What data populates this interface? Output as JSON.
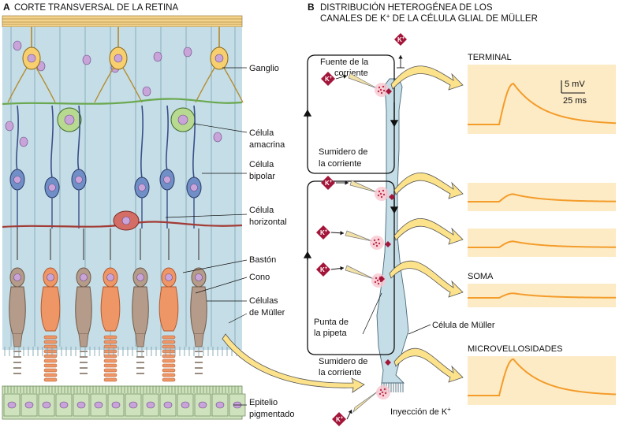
{
  "panel_a": {
    "letter": "A",
    "title": "CORTE TRANSVERSAL DE LA RETINA",
    "labels": {
      "ganglio": "Ganglio",
      "amacrina_1": "Célula",
      "amacrina_2": "amacrina",
      "bipolar_1": "Célula",
      "bipolar_2": "bipolar",
      "horizontal_1": "Célula",
      "horizontal_2": "horizontal",
      "baston": "Bastón",
      "cono": "Cono",
      "muller_1": "Células",
      "muller_2": "de Müller",
      "epitelio_1": "Epitelio",
      "epitelio_2": "pigmentado"
    }
  },
  "panel_b": {
    "letter": "B",
    "title_1": "DISTRIBUCIÓN HETEROGÉNEA DE LOS",
    "title_2_pre": "CANALES DE K",
    "title_2_sup": "+",
    "title_2_post": " DE LA CÉLULA GLIAL DE MÜLLER",
    "labels": {
      "fuente_1": "Fuente de la",
      "fuente_2": "corriente",
      "sumidero_top_1": "Sumidero de",
      "sumidero_top_2": "la corriente",
      "punta_1": "Punta de",
      "punta_2": "la pipeta",
      "celula_muller": "Célula de Müller",
      "sumidero_bot_1": "Sumidero de",
      "sumidero_bot_2": "la corriente",
      "inyeccion": "Inyección de K",
      "inyeccion_sup": "+",
      "ion_label": "K",
      "ion_sup": "+"
    },
    "recordings": [
      {
        "label": "TERMINAL",
        "peak_mv": 13.5
      },
      {
        "label": "",
        "peak_mv": 2.5
      },
      {
        "label": "",
        "peak_mv": 2.0
      },
      {
        "label": "SOMA",
        "peak_mv": 1.5
      },
      {
        "label": "MICROVELLOSIDADES",
        "peak_mv": 12.0
      }
    ],
    "scale_bar": {
      "voltage": "5 mV",
      "time": "25 ms"
    }
  },
  "colors": {
    "muller_fill": "#c4dde6",
    "recording_bg": "#fdebc6",
    "trace": "#f39c2a",
    "ion_diamond": "#a3163a",
    "arrow_fill": "#fce28a",
    "cone": "#ef9667",
    "rod": "#b59b8a",
    "bipolar": "#6f8fc6",
    "ganglion": "#f7cf6e",
    "amacrine": "#b8d990",
    "horizontal": "#d46d65",
    "epithelium": "#cfe2be"
  }
}
